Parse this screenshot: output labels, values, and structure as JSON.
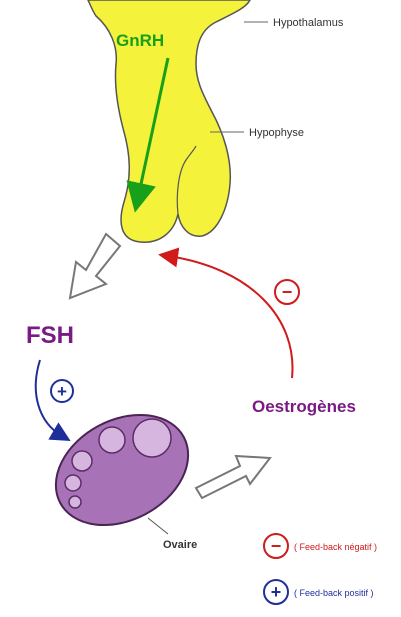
{
  "labels": {
    "gnrh": "GnRH",
    "hypothalamus": "Hypothalamus",
    "hypophyse": "Hypophyse",
    "fsh": "FSH",
    "oestrogenes": "Oestrogènes",
    "ovaire": "Ovaire"
  },
  "legend": {
    "negative": {
      "symbol": "−",
      "text": "( Feed-back négatif )"
    },
    "positive": {
      "symbol": "+",
      "text": "( Feed-back positif )"
    }
  },
  "feedback_marks": {
    "negative_symbol": "−",
    "positive_symbol": "+"
  },
  "colors": {
    "gland_yellow": "#f4f23a",
    "gnrh_green": "#18a01a",
    "fsh_purple": "#7a1a85",
    "ovary_purple": "#a872b6",
    "follicle_fill": "#d6b5de",
    "negative_red": "#d11a1a",
    "positive_blue": "#1f2f9a"
  }
}
